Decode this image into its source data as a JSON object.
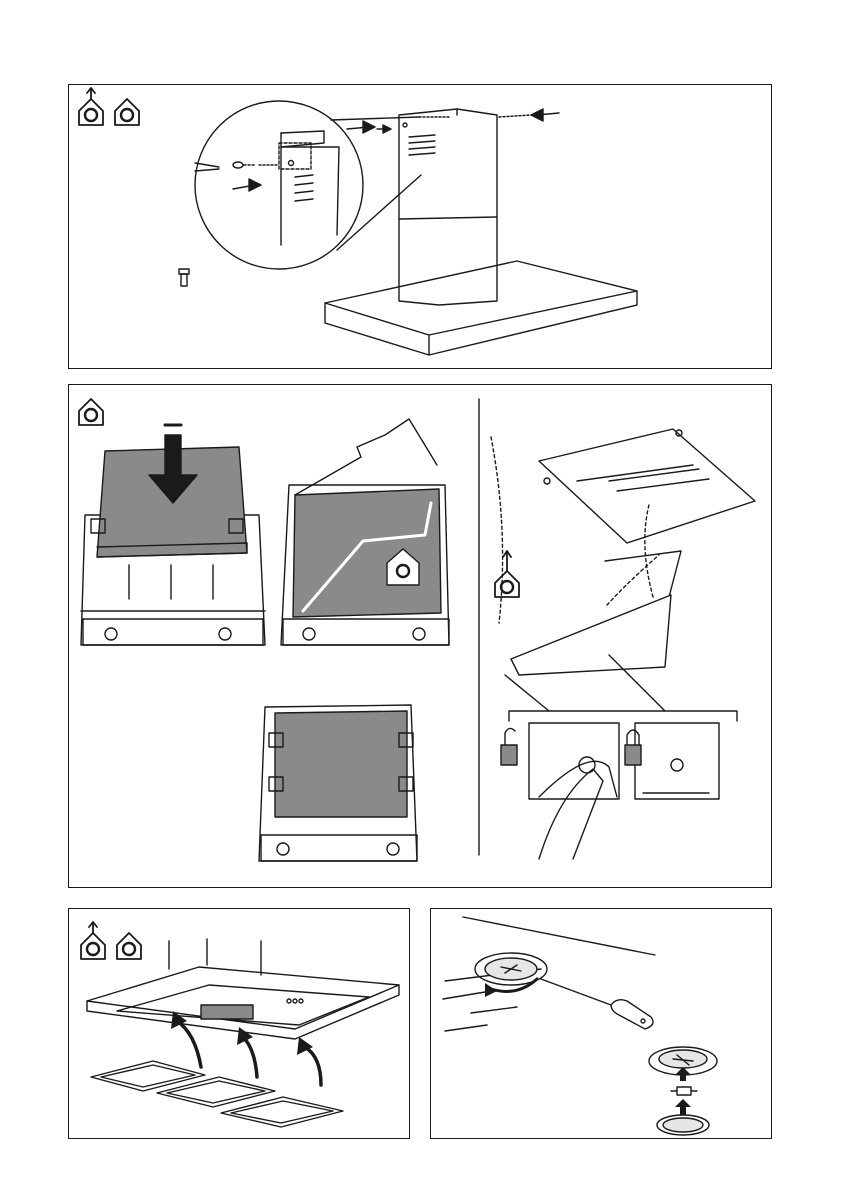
{
  "document": {
    "panels": [
      {
        "id": "chimney-fixing",
        "icons": [
          "recirculation-outlet-icon",
          "recirculation-icon"
        ]
      },
      {
        "id": "grease-filter-installation",
        "icons": [
          "recirculation-icon",
          "recirculation-outlet-icon"
        ]
      },
      {
        "id": "metal-filter-removal",
        "icons": [
          "recirculation-outlet-icon",
          "recirculation-icon"
        ]
      },
      {
        "id": "lamp-replacement",
        "icons": []
      }
    ],
    "colors": {
      "line": "#1a1a1a",
      "filter_fill": "#8a8a8a",
      "panel_background": "#ffffff",
      "light_fill": "#e6e6e6"
    }
  }
}
